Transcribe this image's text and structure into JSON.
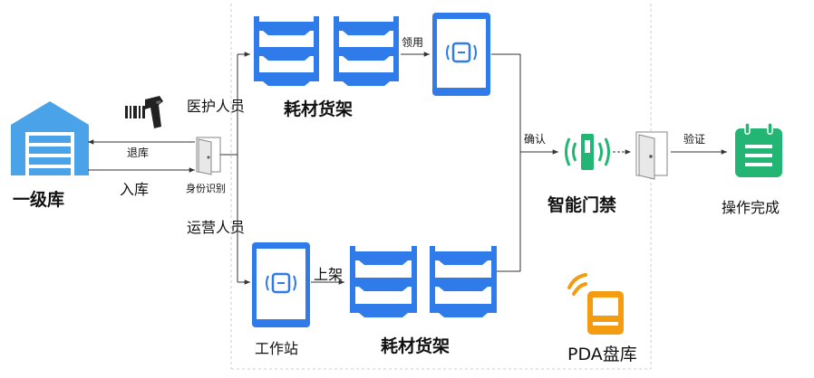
{
  "colors": {
    "blue": "#2f7bea",
    "light_blue": "#4aa3e8",
    "green": "#22b573",
    "orange": "#f39c12",
    "line": "#333333",
    "dashed_border": "#cccccc"
  },
  "nodes": {
    "warehouse": {
      "label": "一级库",
      "icon": "warehouse-icon"
    },
    "scanner": {
      "icon": "barcode-scanner-icon"
    },
    "identity": {
      "label": "身份识别",
      "icon": "door-icon"
    },
    "staff_medical": {
      "label": "医护人员"
    },
    "staff_ops": {
      "label": "运营人员"
    },
    "shelf_top": {
      "label": "耗材货架",
      "icon": "shelf-icon"
    },
    "shelf_bottom": {
      "label": "耗材货架",
      "icon": "shelf-icon"
    },
    "tablet_top": {
      "icon": "rfid-tablet-icon"
    },
    "workstation": {
      "label": "工作站",
      "icon": "rfid-tablet-icon"
    },
    "smart_gate": {
      "label": "智能门禁",
      "icon": "rfid-gate-icon"
    },
    "gate_door": {
      "icon": "door-icon"
    },
    "done": {
      "label": "操作完成",
      "icon": "calendar-list-icon"
    },
    "pda": {
      "label": "PDA盘库",
      "icon": "pda-icon"
    }
  },
  "edges": {
    "return": "退库",
    "stock_in": "入库",
    "pick": "领用",
    "shelve": "上架",
    "confirm": "确认",
    "verify": "验证"
  }
}
